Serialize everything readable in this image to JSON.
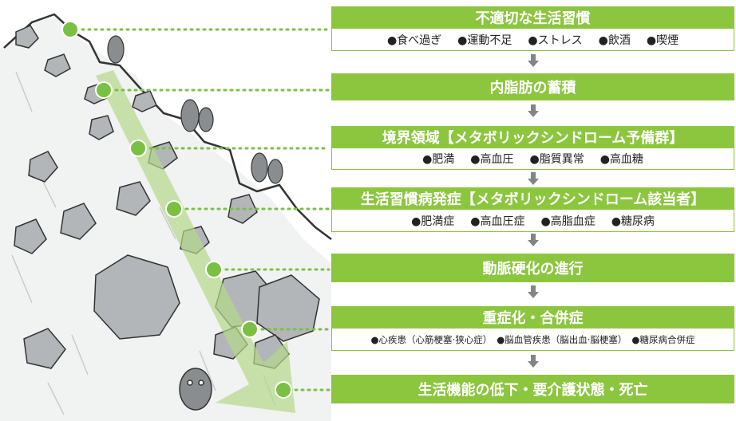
{
  "colors": {
    "accent": "#8cc63f",
    "arrow": "#7f8588",
    "dot": "#7ac143",
    "arrow_fill": "#b5d98a"
  },
  "steps": [
    {
      "title": "不適切な生活習慣",
      "items": [
        "●食べ過ぎ",
        "●運動不足",
        "●ストレス",
        "●飲酒",
        "●喫煙"
      ]
    },
    {
      "title": "内脂肪の蓄積",
      "items": []
    },
    {
      "title": "境界領域【メタボリックシンドローム予備群】",
      "items": [
        "●肥満",
        "●高血圧",
        "●脂質異常",
        "●高血糖"
      ]
    },
    {
      "title": "生活習慣病発症【メタボリックシンドローム該当者】",
      "items": [
        "●肥満症",
        "●高血圧症",
        "●高脂血症",
        "●糖尿病"
      ]
    },
    {
      "title": "動脈硬化の進行",
      "items": []
    },
    {
      "title": "重症化・合併症",
      "items": [
        "●心疾患（心筋梗塞·狭心症）",
        "●脳血管疾患（脳出血·脳梗塞）",
        "●糖尿病合併症"
      ]
    },
    {
      "title": "生活機能の低下・要介護状態・死亡",
      "items": []
    }
  ]
}
